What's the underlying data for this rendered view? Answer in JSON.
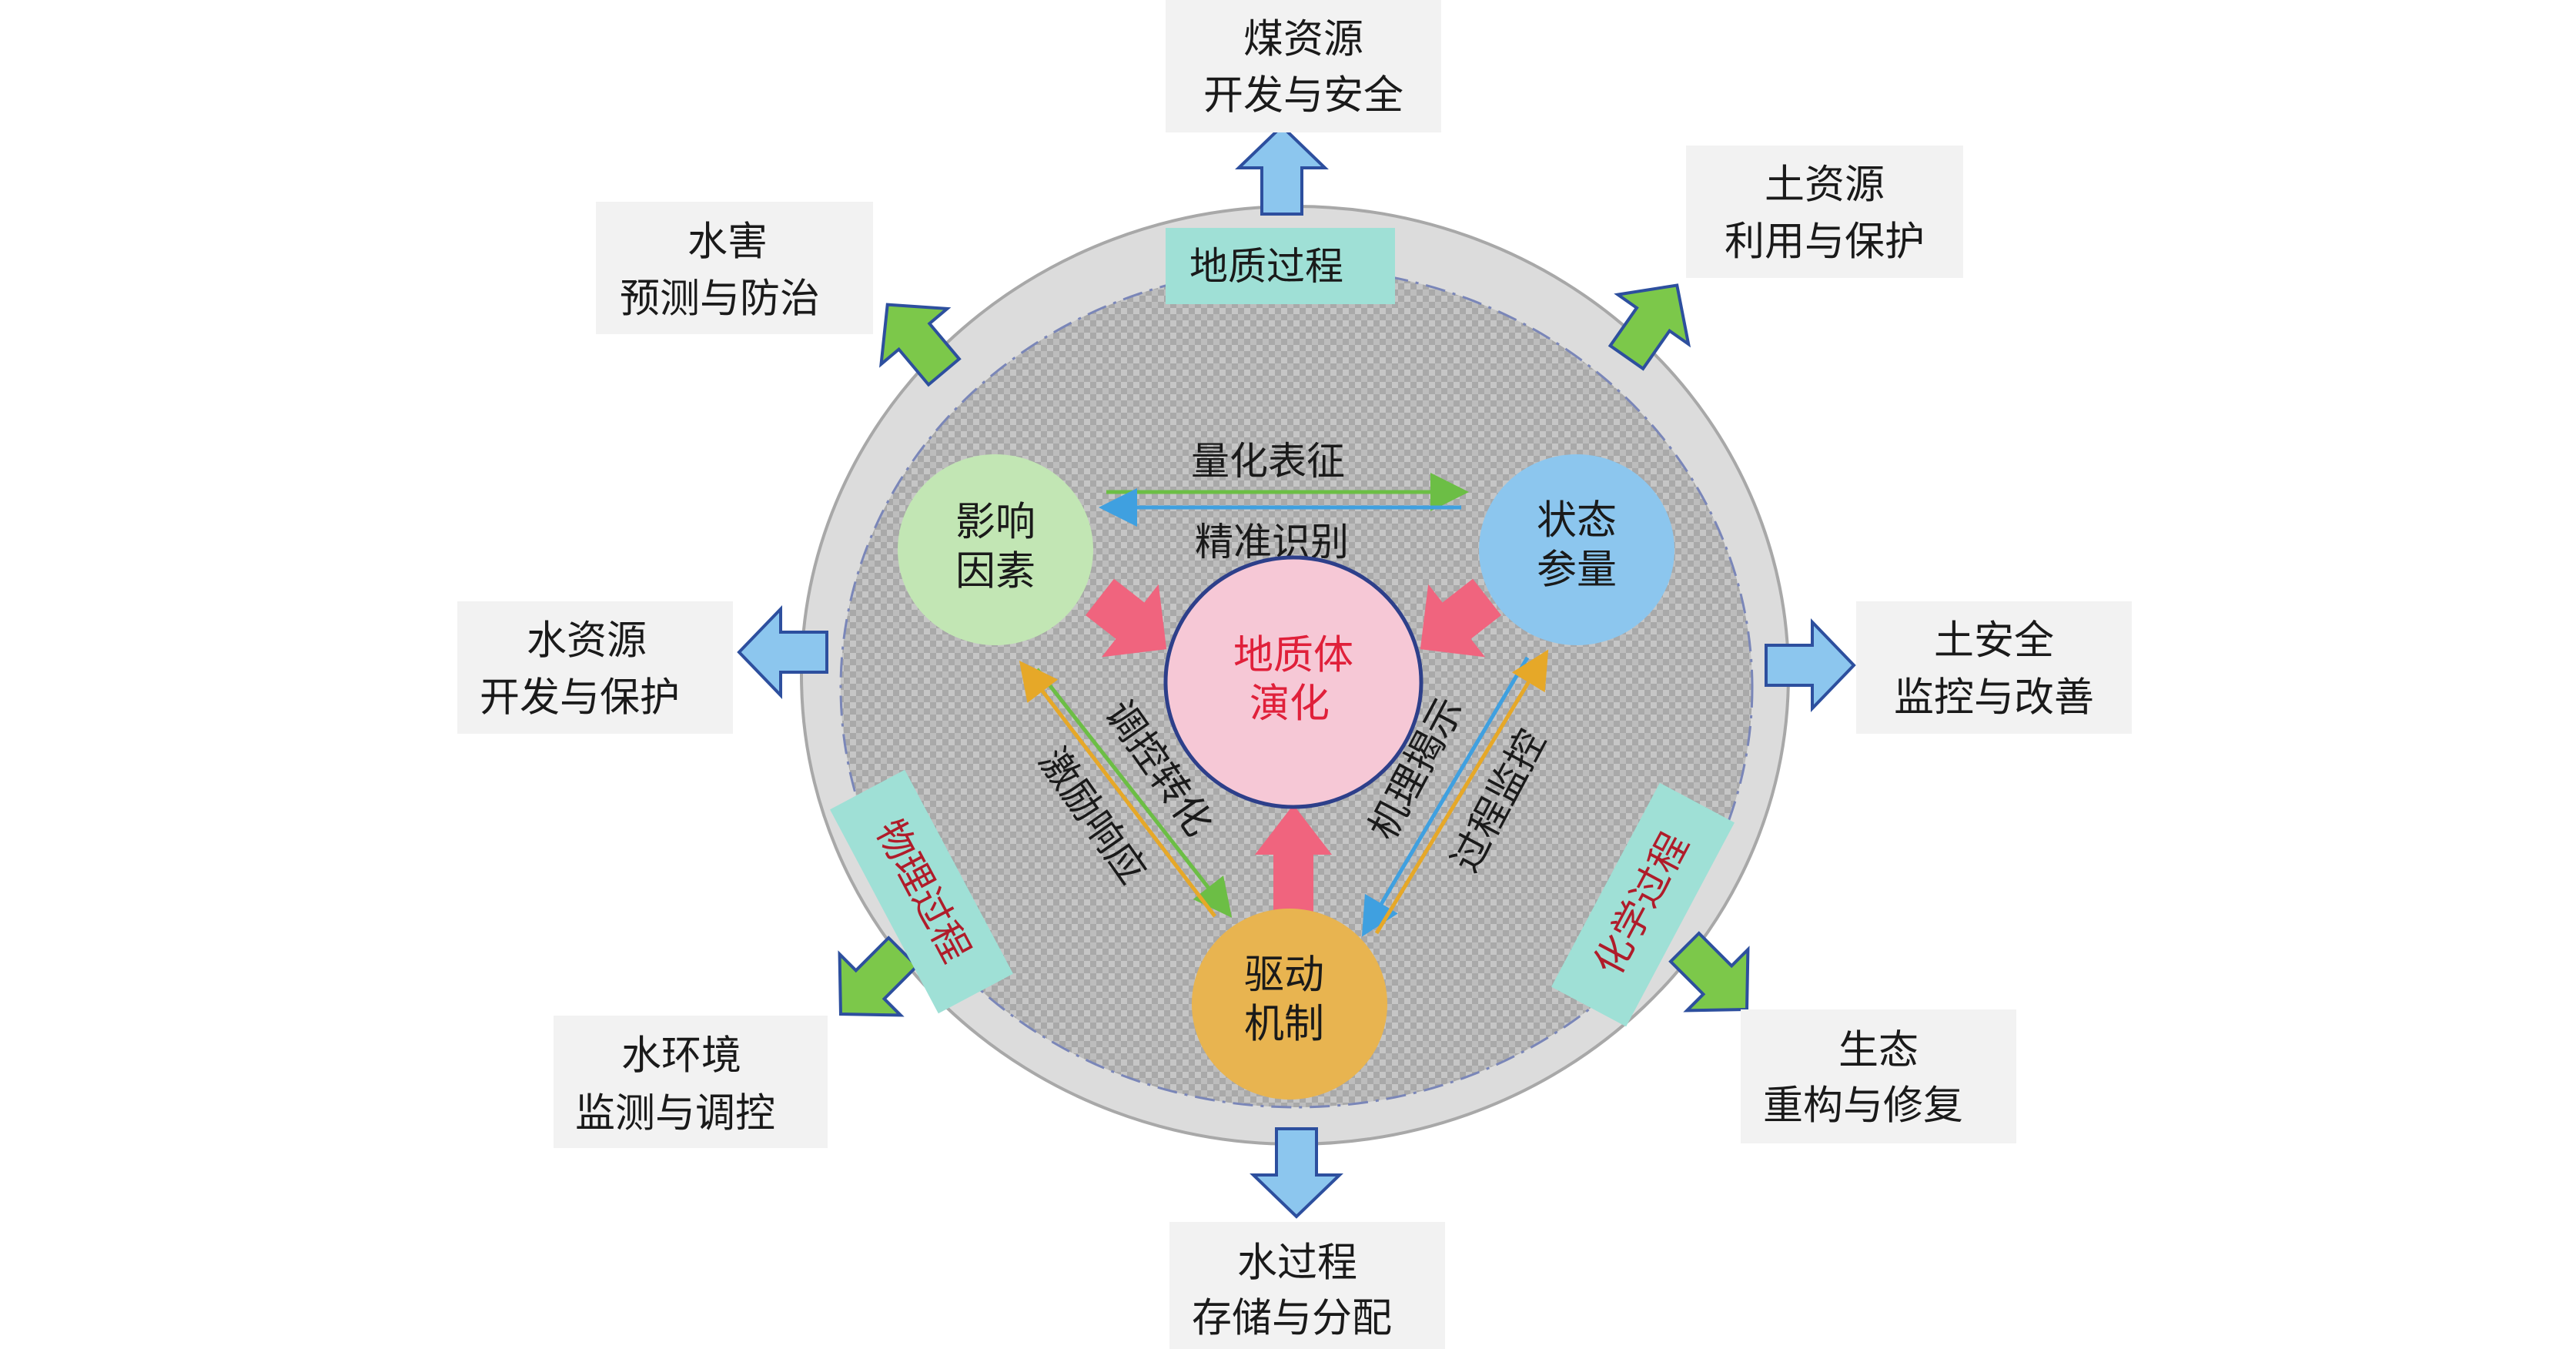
{
  "center": {
    "lines": [
      "地质体",
      "演化"
    ]
  },
  "nodes": {
    "influence": {
      "lines": [
        "影响",
        "因素"
      ]
    },
    "state": {
      "lines": [
        "状态",
        "参量"
      ]
    },
    "driving": {
      "lines": [
        "驱动",
        "机制"
      ]
    }
  },
  "links": {
    "quantify": "量化表征",
    "identify": "精准识别",
    "regulate": "调控转化",
    "stimulate": "激励响应",
    "mechanism": "机理揭示",
    "monitor": "过程监控"
  },
  "processes": {
    "geological": "地质过程",
    "physical": "物理过程",
    "chemical": "化学过程"
  },
  "outcomes": [
    {
      "lines": [
        "煤资源",
        "开发与安全"
      ]
    },
    {
      "lines": [
        "土资源",
        "利用与保护"
      ]
    },
    {
      "lines": [
        "土安全",
        "监控与改善"
      ]
    },
    {
      "lines": [
        "生态",
        "重构与修复"
      ]
    },
    {
      "lines": [
        "水过程",
        "存储与分配"
      ]
    },
    {
      "lines": [
        "水环境",
        "监测与调控"
      ]
    },
    {
      "lines": [
        "水资源",
        "开发与保护"
      ]
    },
    {
      "lines": [
        "水害",
        "预测与防治"
      ]
    }
  ],
  "colors": {
    "outer_ring": "#dcdcdc",
    "influence": "#c2e6b4",
    "state": "#8cc6ee",
    "driving": "#e8b450",
    "center": "#f6c8d6",
    "center_text": "#e0203a",
    "process_box": "#9fe0d6",
    "process_text_side": "#b01c2a",
    "big_arrow": "#f0647e",
    "blue_arrow": "#8cc6ee",
    "green_arrow": "#7cc84a"
  }
}
